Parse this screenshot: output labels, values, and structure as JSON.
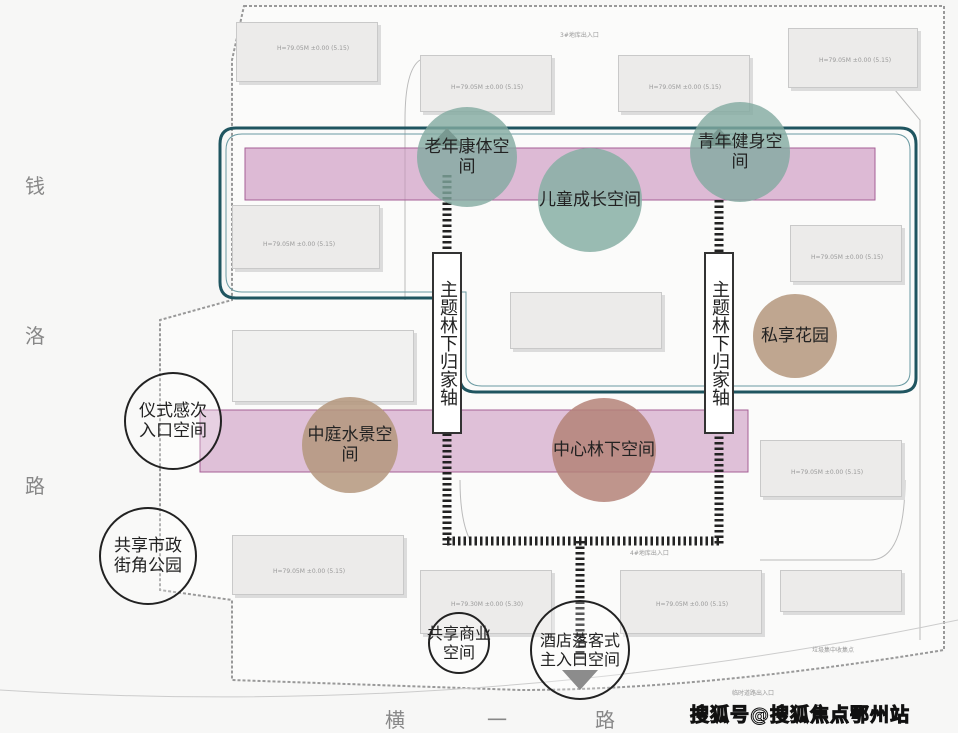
{
  "roads": {
    "left": [
      "钱",
      "洛",
      "路"
    ],
    "bottom": [
      "横",
      "一",
      "路"
    ]
  },
  "zones": {
    "elderly": "老年康体空间",
    "youth": "青年健身空间",
    "children": "儿童成长空间",
    "private_garden": "私享花园",
    "courtyard": "中庭水景空间",
    "center_forest": "中心林下空间"
  },
  "axes": {
    "left": "主题林下归家轴",
    "right": "主题林下归家轴"
  },
  "nodes": {
    "ceremony_entrance": [
      "仪式感次",
      "入口空间"
    ],
    "corner_park": [
      "共享市政",
      "街角公园"
    ],
    "shared_commerce": [
      "共享商业",
      "空间"
    ],
    "main_entrance": [
      "酒店落客式",
      "主入口空间"
    ]
  },
  "building_labels": {
    "b1": "H=79.05M ±0.00 (5.15)",
    "b2": "H=79.05M ±0.00 (5.15)",
    "b3": "H=79.05M ±0.00 (5.15)",
    "b4": "H=79.05M ±0.00 (5.15)",
    "b5": "H=79.05M ±0.00 (5.15)",
    "b6": "H=79.05M ±0.00 (5.15)",
    "b7": "H=79.30M ±0.00 (5.30)",
    "b8": "H=79.05M ±0.00 (5.15)",
    "b9": "H=79.05M ±0.00 (5.15)",
    "b10": "H=79.05M ±0.00 (5.15)",
    "entrance_top": "3#地库出入口",
    "entrance_bottom": "4#地库出入口",
    "garbage": "垃圾集中收集点",
    "gate": "临时道路出入口"
  },
  "watermark": "搜狐号@搜狐焦点鄂州站",
  "colors": {
    "loop": "#1f5560",
    "pink_band": "#c98fbc",
    "green_circle": "#8fb3aa",
    "tan_circle": "#b89a82",
    "rose_circle": "#b48379"
  }
}
